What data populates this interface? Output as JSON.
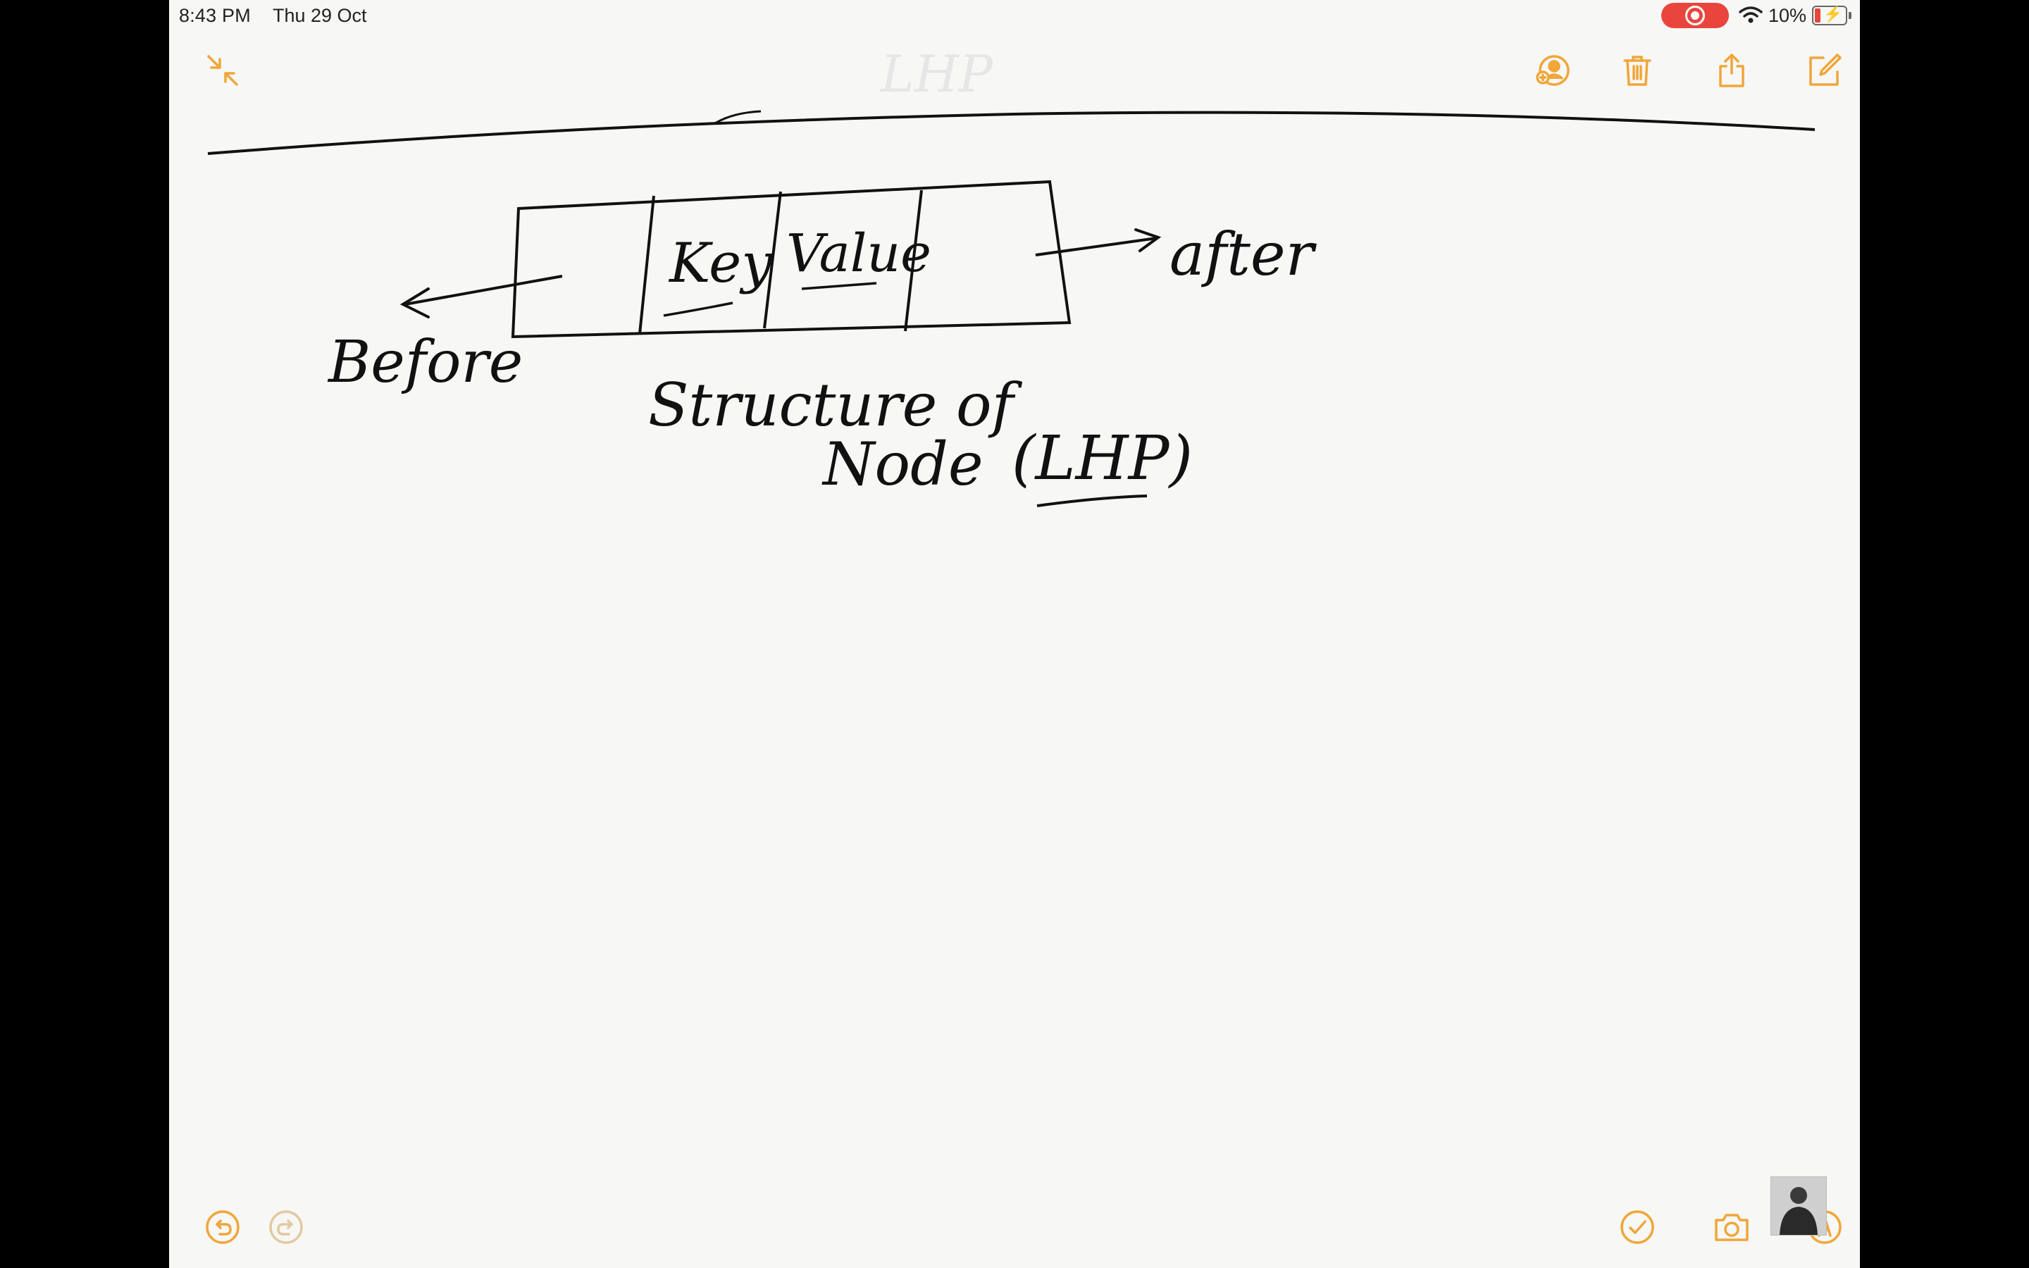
{
  "status_bar": {
    "time": "8:43 PM",
    "date": "Thu 29 Oct",
    "battery": "10%"
  },
  "toolbar": {
    "collapse": "collapse-arrows-icon",
    "collaborate": "collaborate-person-icon",
    "delete": "trash-icon",
    "share": "share-icon",
    "compose": "compose-icon"
  },
  "bottom_toolbar": {
    "undo": "undo-icon",
    "redo": "redo-icon",
    "checklist": "checklist-icon",
    "camera": "camera-icon",
    "markup": "markup-pen-icon"
  },
  "drawing": {
    "header_faded": "LHP",
    "cell_key": "Key",
    "cell_value": "Value",
    "label_after": "after",
    "label_before": "Before",
    "caption_line1": "Structure of",
    "caption_line2": "Node",
    "caption_tag": "(LHP)"
  },
  "colors": {
    "accent": "#f0a63a",
    "record": "#e8453c",
    "ink": "#111111"
  }
}
